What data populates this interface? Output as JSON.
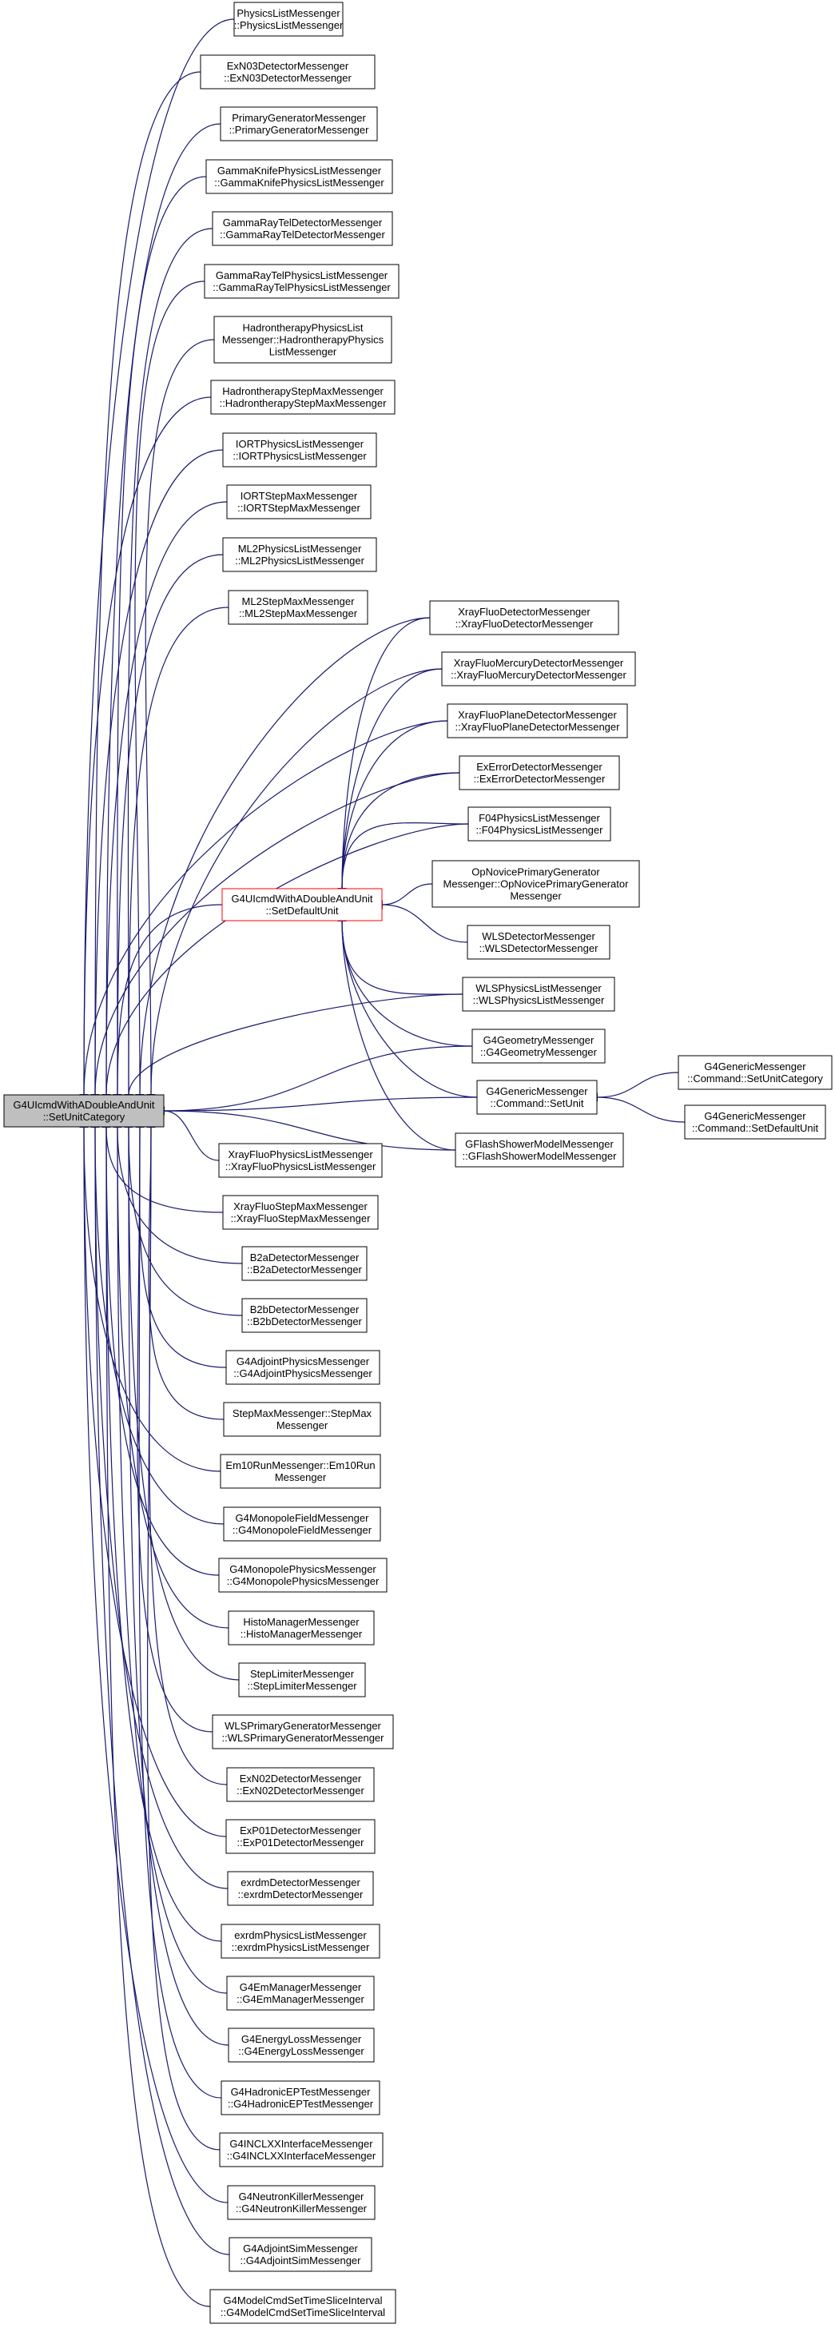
{
  "colors": {
    "edge": "#191970",
    "root_fill": "#bfbfbf",
    "highlight_border": "#ff0000"
  },
  "root": {
    "id": "root",
    "lines": [
      "G4UIcmdWithADoubleAndUnit",
      "::SetUnitCategory"
    ]
  },
  "hub": {
    "id": "hub",
    "lines": [
      "G4UIcmdWithADoubleAndUnit",
      "::SetDefaultUnit"
    ]
  },
  "nodes": [
    {
      "id": "n1",
      "lines": [
        "PhysicsListMessenger",
        "::PhysicsListMessenger"
      ]
    },
    {
      "id": "n2",
      "lines": [
        "ExN03DetectorMessenger",
        "::ExN03DetectorMessenger"
      ]
    },
    {
      "id": "n3",
      "lines": [
        "PrimaryGeneratorMessenger",
        "::PrimaryGeneratorMessenger"
      ]
    },
    {
      "id": "n4",
      "lines": [
        "GammaKnifePhysicsListMessenger",
        "::GammaKnifePhysicsListMessenger"
      ]
    },
    {
      "id": "n5",
      "lines": [
        "GammaRayTelDetectorMessenger",
        "::GammaRayTelDetectorMessenger"
      ]
    },
    {
      "id": "n6",
      "lines": [
        "GammaRayTelPhysicsListMessenger",
        "::GammaRayTelPhysicsListMessenger"
      ]
    },
    {
      "id": "n7",
      "lines": [
        "HadrontherapyPhysicsList",
        "Messenger::HadrontherapyPhysics",
        "ListMessenger"
      ]
    },
    {
      "id": "n8",
      "lines": [
        "HadrontherapyStepMaxMessenger",
        "::HadrontherapyStepMaxMessenger"
      ]
    },
    {
      "id": "n9",
      "lines": [
        "IORTPhysicsListMessenger",
        "::IORTPhysicsListMessenger"
      ]
    },
    {
      "id": "n10",
      "lines": [
        "IORTStepMaxMessenger",
        "::IORTStepMaxMessenger"
      ]
    },
    {
      "id": "n11",
      "lines": [
        "ML2PhysicsListMessenger",
        "::ML2PhysicsListMessenger"
      ]
    },
    {
      "id": "n12",
      "lines": [
        "ML2StepMaxMessenger",
        "::ML2StepMaxMessenger"
      ]
    },
    {
      "id": "r1",
      "lines": [
        "XrayFluoDetectorMessenger",
        "::XrayFluoDetectorMessenger"
      ]
    },
    {
      "id": "r2",
      "lines": [
        "XrayFluoMercuryDetectorMessenger",
        "::XrayFluoMercuryDetectorMessenger"
      ]
    },
    {
      "id": "r3",
      "lines": [
        "XrayFluoPlaneDetectorMessenger",
        "::XrayFluoPlaneDetectorMessenger"
      ]
    },
    {
      "id": "r4",
      "lines": [
        "ExErrorDetectorMessenger",
        "::ExErrorDetectorMessenger"
      ]
    },
    {
      "id": "r5",
      "lines": [
        "F04PhysicsListMessenger",
        "::F04PhysicsListMessenger"
      ]
    },
    {
      "id": "r6",
      "lines": [
        "OpNovicePrimaryGenerator",
        "Messenger::OpNovicePrimaryGenerator",
        "Messenger"
      ]
    },
    {
      "id": "r7",
      "lines": [
        "WLSDetectorMessenger",
        "::WLSDetectorMessenger"
      ]
    },
    {
      "id": "r8",
      "lines": [
        "WLSPhysicsListMessenger",
        "::WLSPhysicsListMessenger"
      ]
    },
    {
      "id": "r9",
      "lines": [
        "G4GeometryMessenger",
        "::G4GeometryMessenger"
      ]
    },
    {
      "id": "r10",
      "lines": [
        "G4GenericMessenger",
        "::Command::SetUnit"
      ]
    },
    {
      "id": "r11",
      "lines": [
        "GFlashShowerModelMessenger",
        "::GFlashShowerModelMessenger"
      ]
    },
    {
      "id": "f1",
      "lines": [
        "G4GenericMessenger",
        "::Command::SetUnitCategory"
      ]
    },
    {
      "id": "f2",
      "lines": [
        "G4GenericMessenger",
        "::Command::SetDefaultUnit"
      ]
    },
    {
      "id": "b1",
      "lines": [
        "XrayFluoPhysicsListMessenger",
        "::XrayFluoPhysicsListMessenger"
      ]
    },
    {
      "id": "b2",
      "lines": [
        "XrayFluoStepMaxMessenger",
        "::XrayFluoStepMaxMessenger"
      ]
    },
    {
      "id": "b3",
      "lines": [
        "B2aDetectorMessenger",
        "::B2aDetectorMessenger"
      ]
    },
    {
      "id": "b4",
      "lines": [
        "B2bDetectorMessenger",
        "::B2bDetectorMessenger"
      ]
    },
    {
      "id": "b5",
      "lines": [
        "G4AdjointPhysicsMessenger",
        "::G4AdjointPhysicsMessenger"
      ]
    },
    {
      "id": "b6",
      "lines": [
        "StepMaxMessenger::StepMax",
        "Messenger"
      ]
    },
    {
      "id": "b7",
      "lines": [
        "Em10RunMessenger::Em10Run",
        "Messenger"
      ]
    },
    {
      "id": "b8",
      "lines": [
        "G4MonopoleFieldMessenger",
        "::G4MonopoleFieldMessenger"
      ]
    },
    {
      "id": "b9",
      "lines": [
        "G4MonopolePhysicsMessenger",
        "::G4MonopolePhysicsMessenger"
      ]
    },
    {
      "id": "b10",
      "lines": [
        "HistoManagerMessenger",
        "::HistoManagerMessenger"
      ]
    },
    {
      "id": "b11",
      "lines": [
        "StepLimiterMessenger",
        "::StepLimiterMessenger"
      ]
    },
    {
      "id": "b12",
      "lines": [
        "WLSPrimaryGeneratorMessenger",
        "::WLSPrimaryGeneratorMessenger"
      ]
    },
    {
      "id": "b13",
      "lines": [
        "ExN02DetectorMessenger",
        "::ExN02DetectorMessenger"
      ]
    },
    {
      "id": "b14",
      "lines": [
        "ExP01DetectorMessenger",
        "::ExP01DetectorMessenger"
      ]
    },
    {
      "id": "b15",
      "lines": [
        "exrdmDetectorMessenger",
        "::exrdmDetectorMessenger"
      ]
    },
    {
      "id": "b16",
      "lines": [
        "exrdmPhysicsListMessenger",
        "::exrdmPhysicsListMessenger"
      ]
    },
    {
      "id": "b17",
      "lines": [
        "G4EmManagerMessenger",
        "::G4EmManagerMessenger"
      ]
    },
    {
      "id": "b18",
      "lines": [
        "G4EnergyLossMessenger",
        "::G4EnergyLossMessenger"
      ]
    },
    {
      "id": "b19",
      "lines": [
        "G4HadronicEPTestMessenger",
        "::G4HadronicEPTestMessenger"
      ]
    },
    {
      "id": "b20",
      "lines": [
        "G4INCLXXInterfaceMessenger",
        "::G4INCLXXInterfaceMessenger"
      ]
    },
    {
      "id": "b21",
      "lines": [
        "G4NeutronKillerMessenger",
        "::G4NeutronKillerMessenger"
      ]
    },
    {
      "id": "b22",
      "lines": [
        "G4AdjointSimMessenger",
        "::G4AdjointSimMessenger"
      ]
    },
    {
      "id": "b23",
      "lines": [
        "G4ModelCmdSetTimeSliceInterval",
        "::G4ModelCmdSetTimeSliceInterval"
      ]
    }
  ],
  "edges": [
    [
      "root",
      "n1"
    ],
    [
      "root",
      "n2"
    ],
    [
      "root",
      "n3"
    ],
    [
      "root",
      "n4"
    ],
    [
      "root",
      "n5"
    ],
    [
      "root",
      "n6"
    ],
    [
      "root",
      "n7"
    ],
    [
      "root",
      "n8"
    ],
    [
      "root",
      "n9"
    ],
    [
      "root",
      "n10"
    ],
    [
      "root",
      "n11"
    ],
    [
      "root",
      "n12"
    ],
    [
      "root",
      "r1"
    ],
    [
      "root",
      "r2"
    ],
    [
      "root",
      "r3"
    ],
    [
      "root",
      "r4"
    ],
    [
      "root",
      "r5"
    ],
    [
      "root",
      "hub"
    ],
    [
      "root",
      "r8"
    ],
    [
      "root",
      "r9"
    ],
    [
      "root",
      "r10"
    ],
    [
      "root",
      "r11"
    ],
    [
      "root",
      "b1"
    ],
    [
      "root",
      "b2"
    ],
    [
      "root",
      "b3"
    ],
    [
      "root",
      "b4"
    ],
    [
      "root",
      "b5"
    ],
    [
      "root",
      "b6"
    ],
    [
      "root",
      "b7"
    ],
    [
      "root",
      "b8"
    ],
    [
      "root",
      "b9"
    ],
    [
      "root",
      "b10"
    ],
    [
      "root",
      "b11"
    ],
    [
      "root",
      "b12"
    ],
    [
      "root",
      "b13"
    ],
    [
      "root",
      "b14"
    ],
    [
      "root",
      "b15"
    ],
    [
      "root",
      "b16"
    ],
    [
      "root",
      "b17"
    ],
    [
      "root",
      "b18"
    ],
    [
      "root",
      "b19"
    ],
    [
      "root",
      "b20"
    ],
    [
      "root",
      "b21"
    ],
    [
      "root",
      "b22"
    ],
    [
      "root",
      "b23"
    ],
    [
      "hub",
      "r1"
    ],
    [
      "hub",
      "r2"
    ],
    [
      "hub",
      "r3"
    ],
    [
      "hub",
      "r4"
    ],
    [
      "hub",
      "r5"
    ],
    [
      "hub",
      "r6"
    ],
    [
      "hub",
      "r7"
    ],
    [
      "hub",
      "r8"
    ],
    [
      "hub",
      "r9"
    ],
    [
      "hub",
      "r10"
    ],
    [
      "hub",
      "r11"
    ],
    [
      "r10",
      "f1"
    ],
    [
      "r10",
      "f2"
    ]
  ]
}
